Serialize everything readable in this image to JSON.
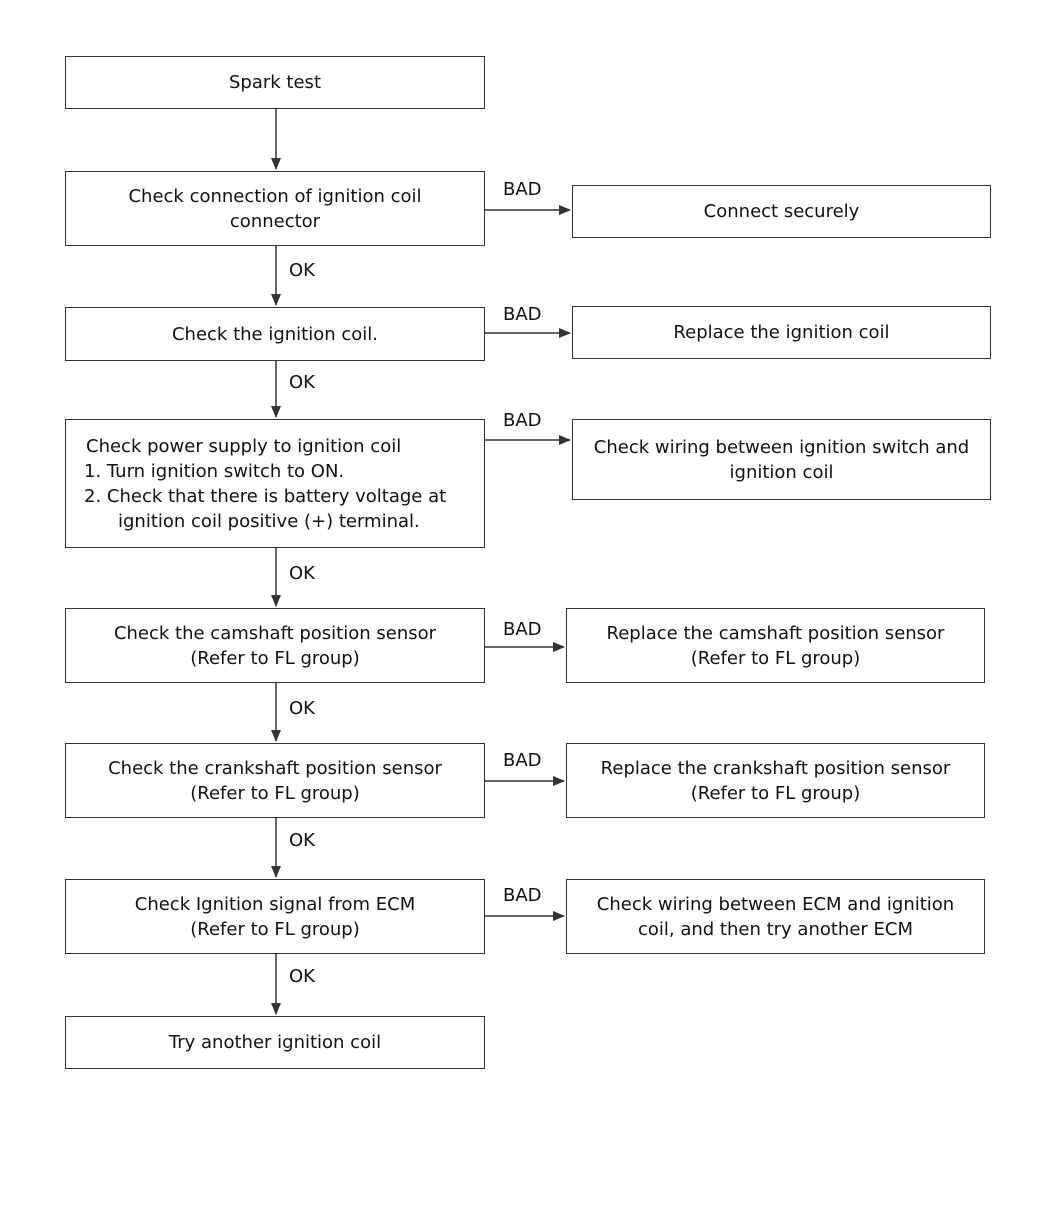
{
  "flowchart": {
    "start": "Spark test",
    "steps": [
      {
        "check": "Check connection of ignition coil\nconnector",
        "bad_action": "Connect securely"
      },
      {
        "check": "Check the ignition coil.",
        "bad_action": "Replace the ignition coil"
      },
      {
        "check_lines": [
          "Check power supply to ignition coil",
          "1. Turn ignition switch to ON.",
          "2. Check that there is battery voltage at",
          "ignition coil positive (+) terminal."
        ],
        "bad_action": "Check wiring between ignition switch and\nignition coil"
      },
      {
        "check": "Check the camshaft position sensor\n(Refer to FL group)",
        "bad_action": "Replace the camshaft position sensor\n(Refer to FL group)"
      },
      {
        "check": "Check the crankshaft position sensor\n(Refer to FL group)",
        "bad_action": "Replace the crankshaft position sensor\n(Refer to FL group)"
      },
      {
        "check": "Check Ignition signal from ECM\n(Refer to FL group)",
        "bad_action": "Check wiring between ECM and ignition\ncoil, and then try another ECM"
      }
    ],
    "end": "Try another ignition coil",
    "labels": {
      "ok": "OK",
      "bad": "BAD"
    }
  }
}
